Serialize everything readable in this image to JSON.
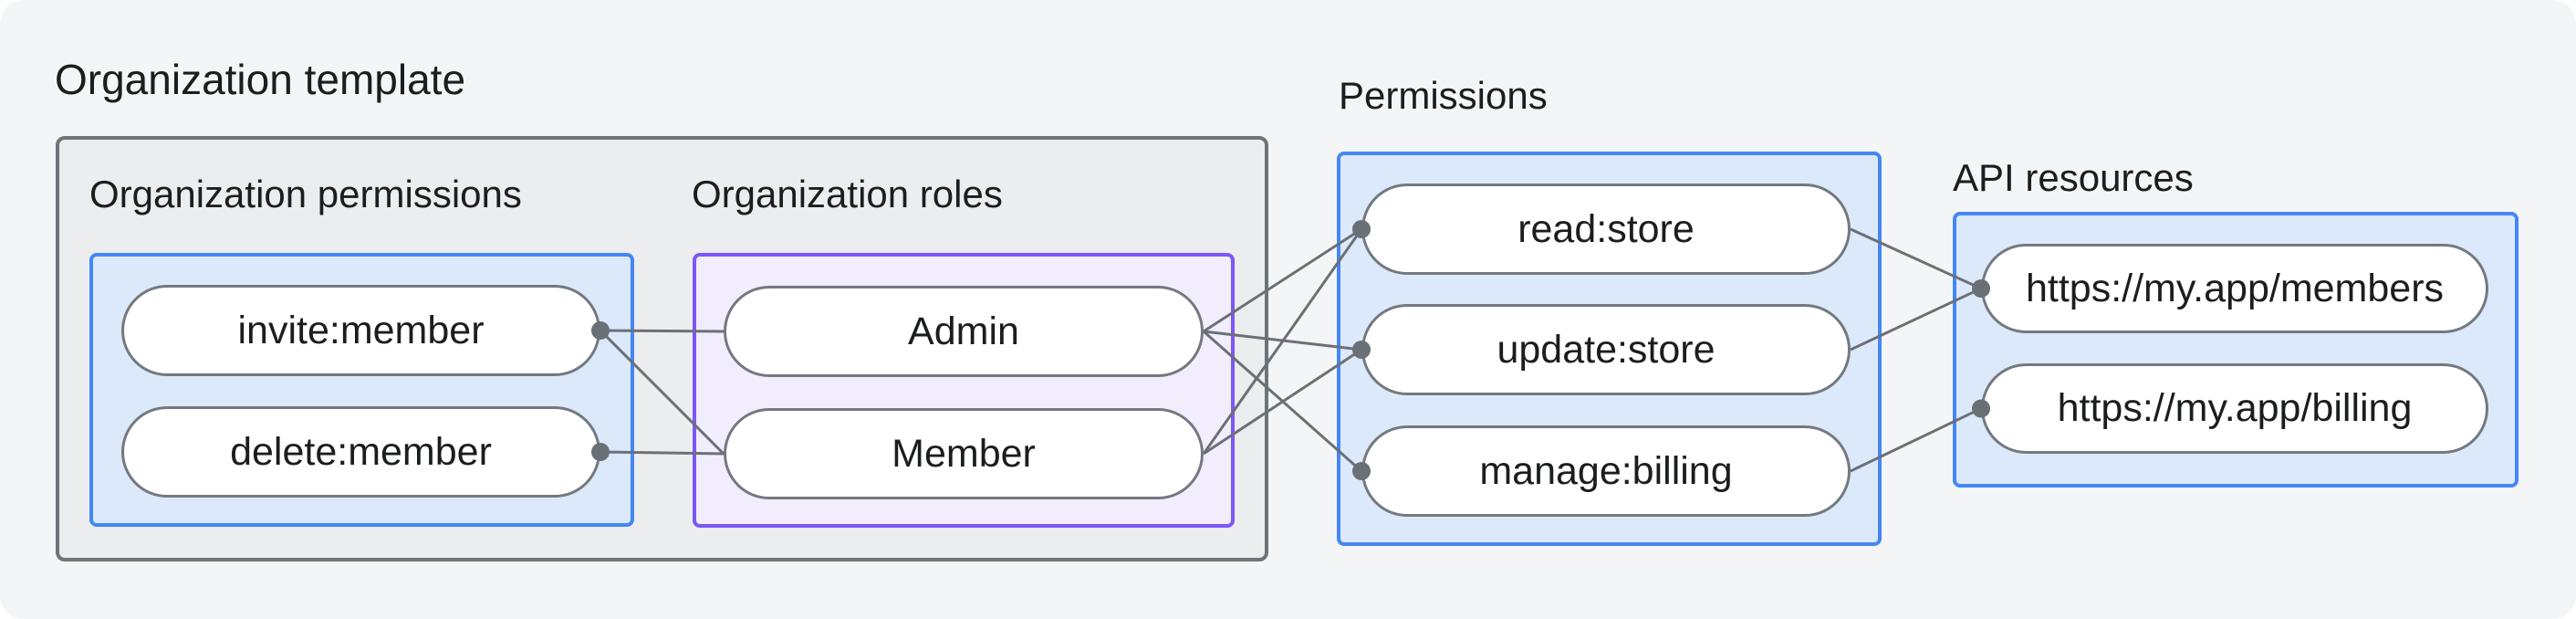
{
  "labels": {
    "organization_template": "Organization template",
    "organization_permissions": "Organization permissions",
    "organization_roles": "Organization roles",
    "permissions": "Permissions",
    "api_resources": "API resources"
  },
  "nodes": {
    "invite_member": "invite:member",
    "delete_member": "delete:member",
    "admin": "Admin",
    "member": "Member",
    "read_store": "read:store",
    "update_store": "update:store",
    "manage_billing": "manage:billing",
    "members_api": "https://my.app/members",
    "billing_api": "https://my.app/billing"
  },
  "edges": [
    {
      "from": "invite_member",
      "to": "admin"
    },
    {
      "from": "invite_member",
      "to": "member"
    },
    {
      "from": "delete_member",
      "to": "member"
    },
    {
      "from": "admin",
      "to": "read_store"
    },
    {
      "from": "admin",
      "to": "update_store"
    },
    {
      "from": "admin",
      "to": "manage_billing"
    },
    {
      "from": "member",
      "to": "read_store"
    },
    {
      "from": "member",
      "to": "update_store"
    },
    {
      "from": "read_store",
      "to": "members_api"
    },
    {
      "from": "update_store",
      "to": "members_api"
    },
    {
      "from": "manage_billing",
      "to": "billing_api"
    }
  ],
  "connection_dots": [
    {
      "node": "invite_member",
      "side": "right"
    },
    {
      "node": "delete_member",
      "side": "right"
    },
    {
      "node": "read_store",
      "side": "left"
    },
    {
      "node": "update_store",
      "side": "left"
    },
    {
      "node": "manage_billing",
      "side": "left"
    },
    {
      "node": "members_api",
      "side": "left"
    },
    {
      "node": "billing_api",
      "side": "left"
    }
  ],
  "colors": {
    "canvas_bg": "#f3f5f6",
    "template_box_bg": "#ebedee",
    "template_box_border": "#6e7479",
    "blue_box_bg": "#dce9fb",
    "blue_box_border": "#4587f2",
    "purple_box_bg": "#f2edfd",
    "purple_box_border": "#7b58f6",
    "pill_bg": "#ffffff",
    "pill_border": "#74797f",
    "line": "#6b7077",
    "text": "#1b1d20"
  }
}
